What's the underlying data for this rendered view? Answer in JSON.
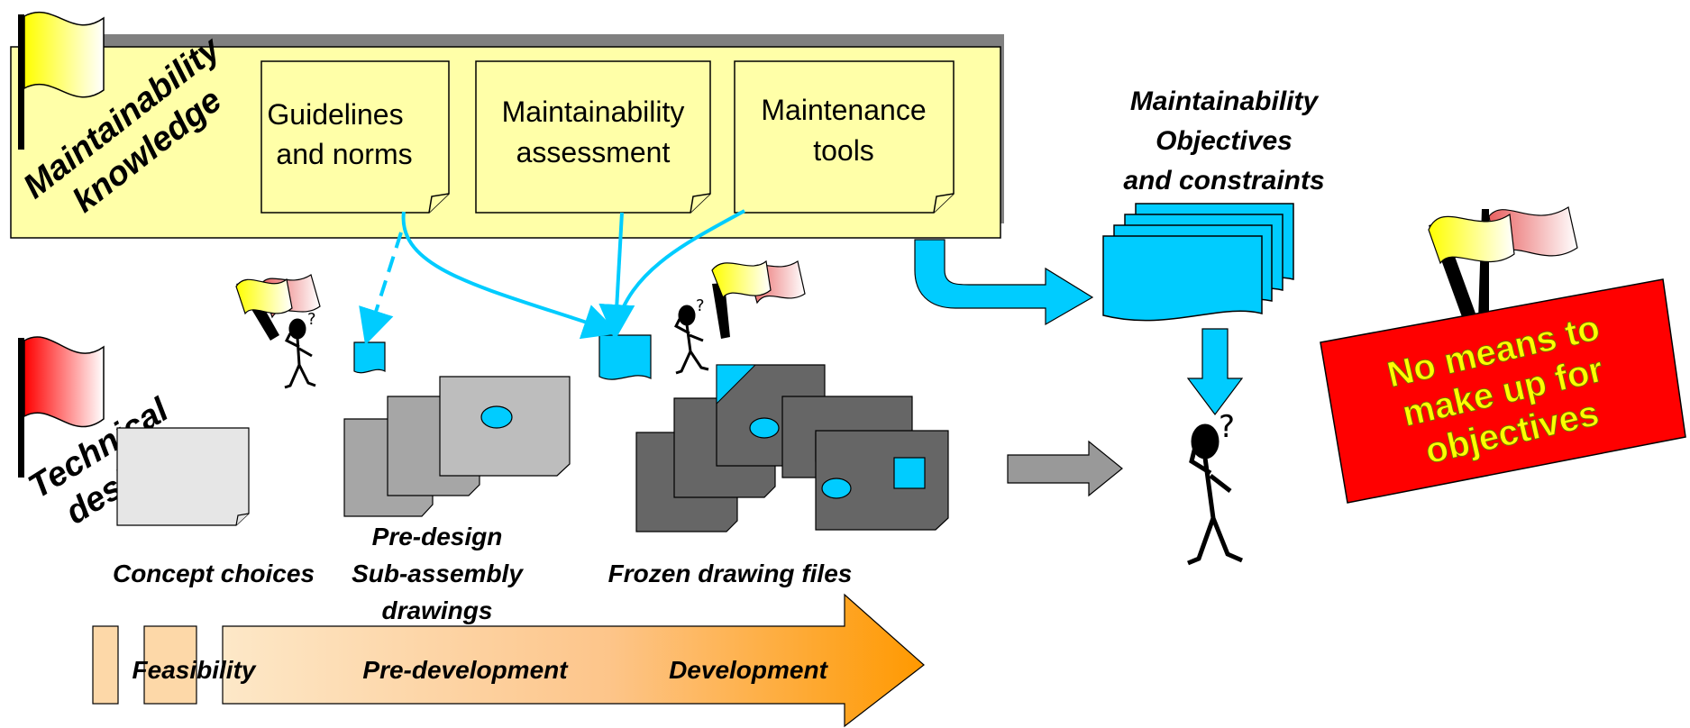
{
  "knowledge": {
    "title_line1": "Maintainability",
    "title_line2": "knowledge",
    "notes": [
      {
        "line1": "Guidelines",
        "line2": "and norms"
      },
      {
        "line1": "Maintainability",
        "line2": "assessment"
      },
      {
        "line1": "Maintenance",
        "line2": "tools"
      }
    ]
  },
  "objectives": {
    "line1": "Maintainability",
    "line2": "Objectives",
    "line3": "and constraints"
  },
  "technical_design": {
    "line1": "Technical",
    "line2": "design"
  },
  "artifacts": {
    "concept": "Concept choices",
    "predesign_line1": "Pre-design",
    "predesign_line2": "Sub-assembly",
    "predesign_line3": "drawings",
    "frozen": "Frozen drawing files"
  },
  "phases": {
    "feasibility": "Feasibility",
    "predevelopment": "Pre-development",
    "development": "Development"
  },
  "warning": {
    "line1": "No means to",
    "line2": "make up for",
    "line3": "objectives"
  },
  "colors": {
    "note_yellow": "#ffffa8",
    "cyan": "#00ccff",
    "warning_red": "#ff0000",
    "warning_text": "#ffff00",
    "phase_arrow_start": "#fde8c8",
    "phase_arrow_end": "#ff9900"
  }
}
